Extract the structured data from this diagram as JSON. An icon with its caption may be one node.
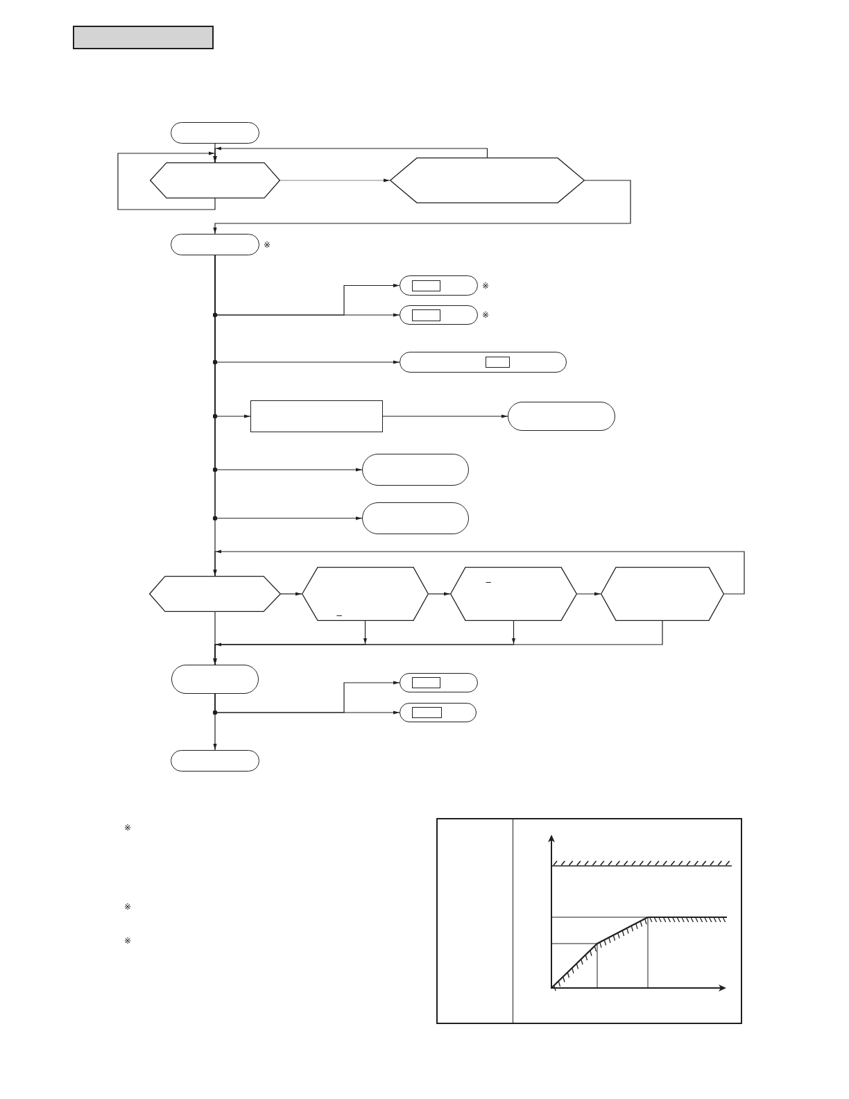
{
  "diagram": {
    "nodes": [
      {
        "text": [],
        "shape": "box"
      },
      {
        "text": [],
        "shape": "pill"
      },
      {
        "text": [],
        "shape": "hexagon"
      },
      {
        "text": [],
        "shape": "hexagon"
      },
      {
        "text": [],
        "shape": "pill",
        "beside": [
          "※"
        ]
      },
      {
        "text": [],
        "shape": "pill",
        "beside": [
          "※"
        ]
      },
      {
        "text": [],
        "shape": "box",
        "in": 5
      },
      {
        "text": [],
        "shape": "pill",
        "beside": [
          "※"
        ]
      },
      {
        "text": [],
        "shape": "box",
        "in": 7
      },
      {
        "text": [],
        "shape": "pill"
      },
      {
        "text": [],
        "shape": "box",
        "in": 9
      },
      {
        "text": [],
        "shape": "box"
      },
      {
        "text": [],
        "shape": "pill"
      },
      {
        "text": [],
        "shape": "pill"
      },
      {
        "text": [],
        "shape": "pill"
      },
      {
        "text": [],
        "shape": "hexagon"
      },
      {
        "text": [
          "−"
        ]
      },
      {
        "text": [
          "−"
        ]
      },
      {
        "text": [],
        "shape": "hexagon"
      },
      {
        "text": [],
        "shape": "pill"
      },
      {
        "text": [],
        "shape": "pill"
      },
      {
        "text": [],
        "shape": "box",
        "in": 20
      },
      {
        "text": [],
        "shape": "pill"
      },
      {
        "text": [],
        "shape": "box",
        "in": 22
      },
      {
        "text": [],
        "shape": "pill"
      }
    ],
    "edges": [
      {
        "from": 1,
        "to": 2,
        "arrow": "to"
      },
      {
        "from": 2,
        "to": 2,
        "arrow": "to"
      },
      {
        "from": 2,
        "to": 3,
        "arrow": "to",
        "color": "#888888"
      },
      {
        "from": 3,
        "to": 2,
        "arrow": "to"
      },
      {
        "from": 3,
        "to": 4,
        "arrow": "to"
      },
      {
        "from": 4,
        "to": 5,
        "arrow": "to"
      },
      {
        "from": 4,
        "to": 7,
        "arrow": "to"
      },
      {
        "from": 4,
        "to": 9,
        "arrow": "to"
      },
      {
        "from": 4,
        "to": 11,
        "arrow": "to"
      },
      {
        "from": 11,
        "to": 12,
        "arrow": "to"
      },
      {
        "from": 4,
        "to": 13,
        "arrow": "to"
      },
      {
        "from": 4,
        "to": 14,
        "arrow": "to"
      },
      {
        "from": 4,
        "to": 15,
        "arrow": "to"
      },
      {
        "from": 15,
        "to": 16,
        "arrow": "to"
      },
      {
        "from": 16,
        "to": 17,
        "arrow": "to"
      },
      {
        "from": 17,
        "to": 18,
        "arrow": "to"
      },
      {
        "from": 18,
        "to": 15,
        "arrow": "to"
      },
      {
        "from": 15,
        "to": 19,
        "arrow": "to"
      },
      {
        "from": 16,
        "to": 19,
        "arrow": "to"
      },
      {
        "from": 17,
        "to": 19,
        "arrow": "to"
      },
      {
        "from": 18,
        "to": 19,
        "arrow": "to"
      },
      {
        "from": 19,
        "to": 20,
        "arrow": "to"
      },
      {
        "from": 19,
        "to": 22,
        "arrow": "to"
      },
      {
        "from": 19,
        "to": 24,
        "arrow": "to"
      }
    ],
    "labels": [
      "※",
      "※",
      "※"
    ]
  }
}
